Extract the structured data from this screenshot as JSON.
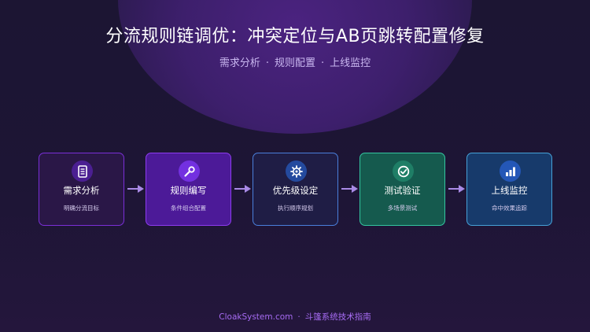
{
  "header": {
    "title": "分流规则链调优：冲突定位与AB页跳转配置修复",
    "subtitle_items": [
      "需求分析",
      "规则配置",
      "上线监控"
    ],
    "separator": "·"
  },
  "steps": [
    {
      "label": "需求分析",
      "desc": "明确分流目标",
      "icon": "document-icon",
      "color": "#7b2fd8"
    },
    {
      "label": "规则编写",
      "desc": "条件组合配置",
      "icon": "wrench-icon",
      "color": "#8e3cf0"
    },
    {
      "label": "优先级设定",
      "desc": "执行顺序规划",
      "icon": "gear-icon",
      "color": "#4a7fdc"
    },
    {
      "label": "测试验证",
      "desc": "多场景测试",
      "icon": "check-circle-icon",
      "color": "#34c6a0"
    },
    {
      "label": "上线监控",
      "desc": "命中效果追踪",
      "icon": "bar-chart-icon",
      "color": "#46a2d8"
    }
  ],
  "footer": {
    "brand": "CloakSystem.com",
    "separator": "·",
    "tagline": "斗篷系统技术指南"
  }
}
